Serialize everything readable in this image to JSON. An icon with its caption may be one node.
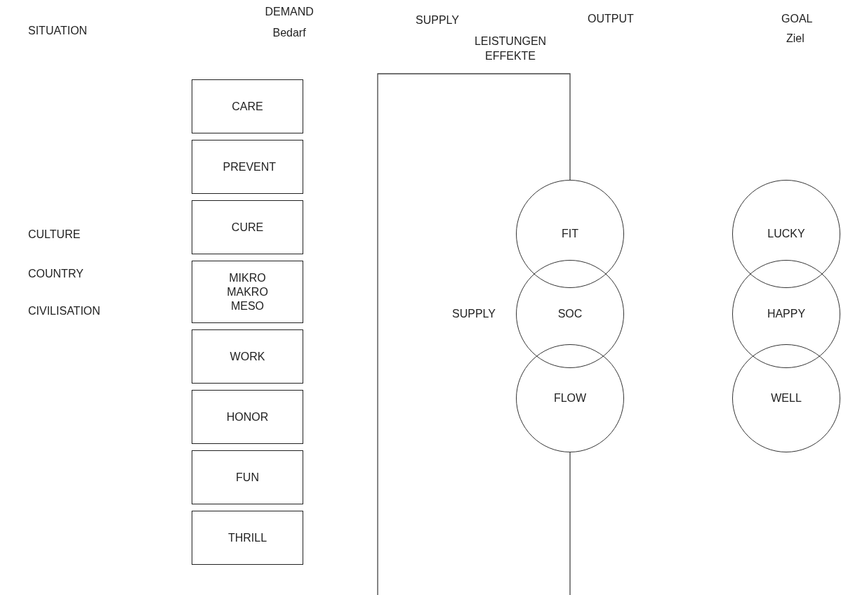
{
  "diagram": {
    "nodes": [
      {
        "text": [
          "CARE"
        ]
      },
      {
        "text": [
          "PREVENT"
        ]
      },
      {
        "text": [
          "CURE"
        ]
      },
      {
        "text": [
          "MIKRO MAKRO MESO"
        ]
      },
      {
        "text": [
          "WORK"
        ]
      },
      {
        "text": [
          "HONOR"
        ]
      },
      {
        "text": [
          "FUN"
        ]
      },
      {
        "text": [
          "THRILL"
        ]
      },
      {
        "text": [
          "FIT"
        ]
      },
      {
        "text": [
          "SOC"
        ]
      },
      {
        "text": [
          "FLOW"
        ]
      },
      {
        "text": [
          "LUCKY"
        ]
      },
      {
        "text": [
          "HAPPY"
        ]
      },
      {
        "text": [
          "WELL"
        ]
      }
    ],
    "edges": [
      {
        "from": null,
        "to": 8,
        "arrow": "none"
      },
      {
        "from": 10,
        "to": null,
        "arrow": "none"
      }
    ],
    "labels": [
      "DEMAND",
      "SUPPLY",
      "OUTPUT",
      "GOAL",
      "SITUATION",
      "Bedarf",
      "Ziel",
      "LEISTUNGEN EFFEKTE",
      "CULTURE",
      "COUNTRY",
      "CIVILISATION",
      "SUPPLY"
    ]
  }
}
